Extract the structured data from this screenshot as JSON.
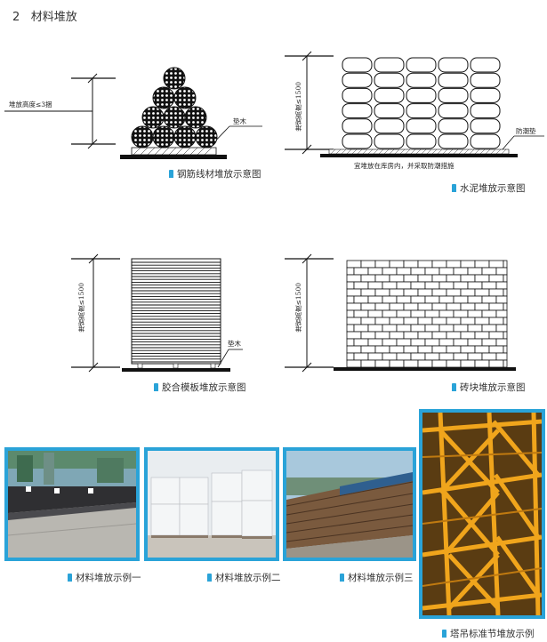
{
  "section": {
    "number": "2",
    "title": "材料堆放"
  },
  "diagrams": {
    "rebar": {
      "caption": "钢筋线材堆放示意图",
      "height_label": "堆放高度≤3捆",
      "pad_label": "垫木"
    },
    "cement": {
      "caption": "水泥堆放示意图",
      "height_label": "堆放高度≤1500",
      "pad_label": "防潮垫",
      "note": "宜堆放在库房内，并采取防潮措施"
    },
    "formwork": {
      "caption": "胶合模板堆放示意图",
      "height_label": "堆放高度≤1500",
      "pad_label": "垫木"
    },
    "brick": {
      "caption": "砖块堆放示意图",
      "height_label": "堆放高度≤1500"
    }
  },
  "photos": [
    {
      "caption": "材料堆放示例一"
    },
    {
      "caption": "材料堆放示例二"
    },
    {
      "caption": "材料堆放示例三"
    },
    {
      "caption": "塔吊标准节堆放示例"
    }
  ],
  "colors": {
    "accent": "#2aa3d8",
    "tower_crane": "#e8a21a"
  }
}
